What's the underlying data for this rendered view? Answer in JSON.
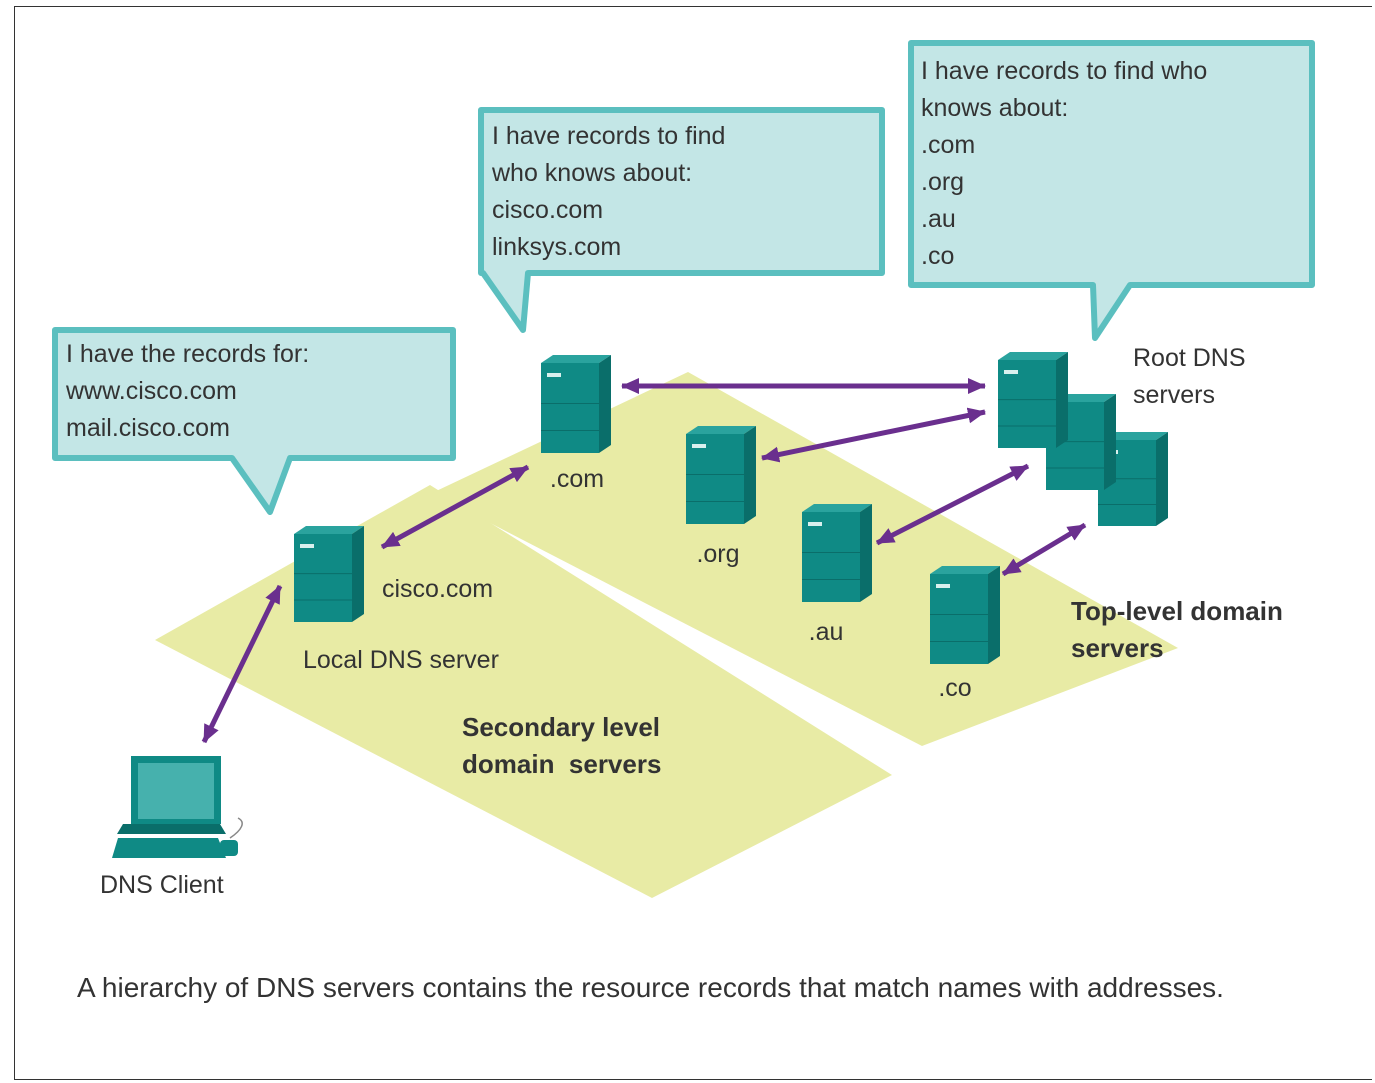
{
  "callouts": {
    "local": {
      "lines": [
        "I have the records for:",
        "www.cisco.com",
        "mail.cisco.com"
      ]
    },
    "com": {
      "lines": [
        "I have records to find",
        " who knows about:",
        "cisco.com",
        "linksys.com"
      ]
    },
    "root": {
      "lines": [
        "I have records to find who",
        "knows about:",
        ".com",
        ".org",
        ".au",
        ".co"
      ]
    }
  },
  "servers": {
    "com": ".com",
    "org": ".org",
    "au": ".au",
    "co": ".co",
    "cisco": "cisco.com",
    "local": "Local DNS server",
    "root_line1": "Root DNS",
    "root_line2": "servers",
    "client": "DNS Client"
  },
  "regions": {
    "secondary_line1": "Secondary level",
    "secondary_line2": "domain  servers",
    "top_line1": "Top-level domain",
    "top_line2": "servers"
  },
  "caption": "A hierarchy of DNS servers contains the resource records that match names with addresses.",
  "colors": {
    "callout_fill": "#c3e6e6",
    "callout_border": "#5bbfbf",
    "region_fill": "#e8eba5",
    "server_teal": "#0f8a85",
    "arrow_purple": "#6a2f8e"
  },
  "icons": {
    "server": "server-tower-icon",
    "client": "desktop-computer-icon"
  }
}
